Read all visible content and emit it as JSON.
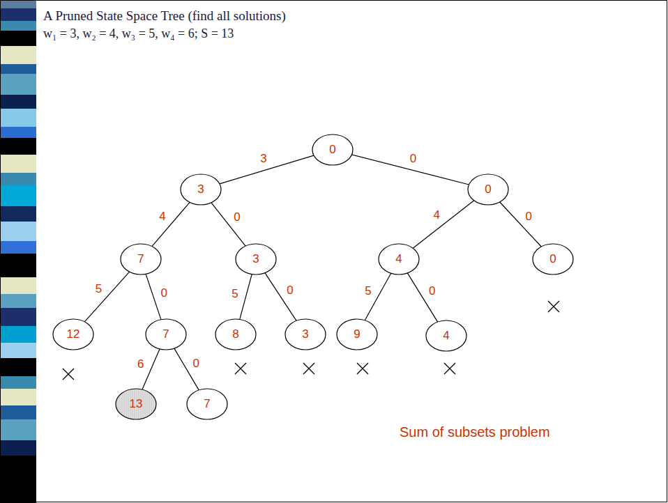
{
  "diagram": {
    "title": "A Pruned State Space Tree (find all solutions)",
    "nodes": [
      {
        "text": [
          "0"
        ]
      },
      {
        "text": [
          "3"
        ]
      },
      {
        "text": [
          "0"
        ]
      },
      {
        "text": [
          "7"
        ]
      },
      {
        "text": [
          "3"
        ]
      },
      {
        "text": [
          "4"
        ]
      },
      {
        "text": [
          "0"
        ]
      },
      {
        "text": [
          "12"
        ]
      },
      {
        "text": [
          "7"
        ]
      },
      {
        "text": [
          "8"
        ]
      },
      {
        "text": [
          "3"
        ]
      },
      {
        "text": [
          "9"
        ]
      },
      {
        "text": [
          "4"
        ]
      },
      {
        "text": [
          "13"
        ]
      },
      {
        "text": [
          "7"
        ]
      }
    ],
    "edges": [
      {
        "from": 0,
        "to": 1,
        "arrow": "none",
        "label": "3"
      },
      {
        "from": 0,
        "to": 2,
        "arrow": "none",
        "label": "0"
      },
      {
        "from": 1,
        "to": 3,
        "arrow": "none",
        "label": "4"
      },
      {
        "from": 1,
        "to": 4,
        "arrow": "none",
        "label": "0"
      },
      {
        "from": 2,
        "to": 5,
        "arrow": "none",
        "label": "4"
      },
      {
        "from": 2,
        "to": 6,
        "arrow": "none",
        "label": "0"
      },
      {
        "from": 3,
        "to": 7,
        "arrow": "none",
        "label": "5"
      },
      {
        "from": 3,
        "to": 8,
        "arrow": "none",
        "label": "0"
      },
      {
        "from": 4,
        "to": 9,
        "arrow": "none",
        "label": "5"
      },
      {
        "from": 4,
        "to": 10,
        "arrow": "none",
        "label": "0"
      },
      {
        "from": 5,
        "to": 11,
        "arrow": "none",
        "label": "5"
      },
      {
        "from": 5,
        "to": 12,
        "arrow": "none",
        "label": "0"
      },
      {
        "from": 8,
        "to": 13,
        "arrow": "none",
        "label": "6"
      },
      {
        "from": 8,
        "to": 14,
        "arrow": "none",
        "label": "0"
      }
    ],
    "labels": [
      "w₁ = 3, w₂ = 4, w₃ = 5, w₄ = 6; S = 13",
      "Sum of subsets problem"
    ]
  }
}
